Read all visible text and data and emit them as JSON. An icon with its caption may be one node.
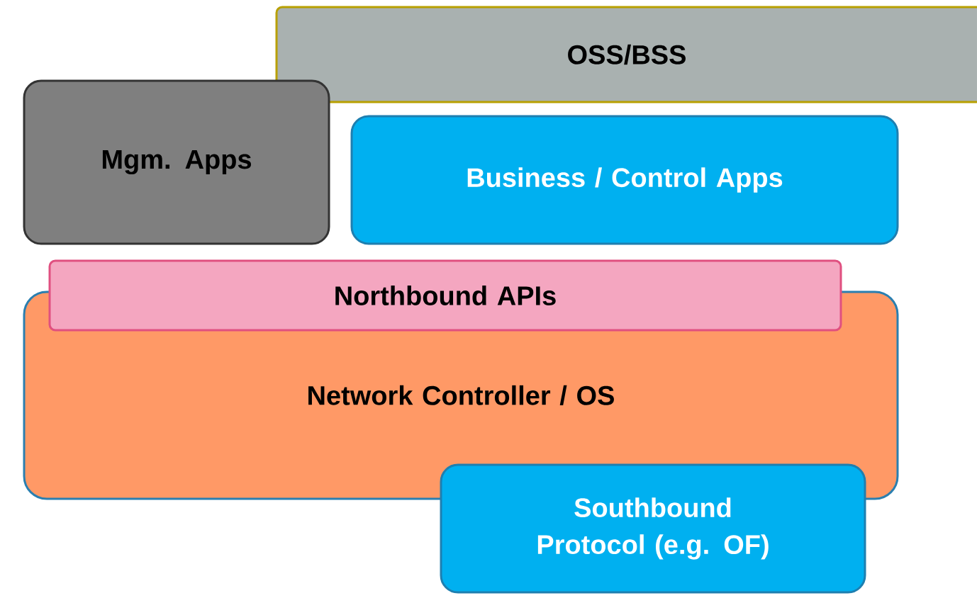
{
  "diagram": {
    "nodes": [
      {
        "text": [
          "OSS/BSS"
        ]
      },
      {
        "text": [
          "Mgm. Apps"
        ]
      },
      {
        "text": [
          "Business / Control Apps"
        ]
      },
      {
        "text": [
          "Northbound APIs"
        ]
      },
      {
        "text": [
          "Network Controller / OS"
        ]
      },
      {
        "text": [
          "Southbound Protocol (e.g. OF)"
        ]
      }
    ]
  }
}
